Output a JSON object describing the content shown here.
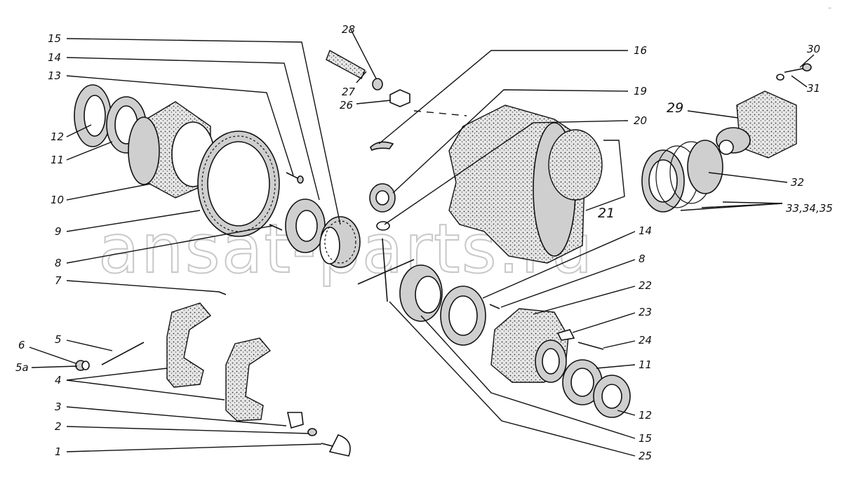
{
  "watermark": "ansat-parts.ru",
  "corner_mark": "–",
  "callouts": {
    "l15": "15",
    "l14": "14",
    "l13": "13",
    "l12": "12",
    "l11": "11",
    "l10": "10",
    "l9": "9",
    "l8": "8",
    "l7": "7",
    "l6": "6",
    "l5": "5",
    "l5a": "5a",
    "l4": "4",
    "l3": "3",
    "l2": "2",
    "l1": "1",
    "l28": "28",
    "l27": "27",
    "l26": "26",
    "l16": "16",
    "l19": "19",
    "l20": "20",
    "l21": "21",
    "l29": "29",
    "l30": "30",
    "l31": "31",
    "l32": "32",
    "l33": "33,34,35",
    "r14": "14",
    "r8": "8",
    "l22": "22",
    "l23": "23",
    "l24": "24",
    "r11": "11",
    "r12": "12",
    "r15": "15",
    "l25": "25"
  }
}
